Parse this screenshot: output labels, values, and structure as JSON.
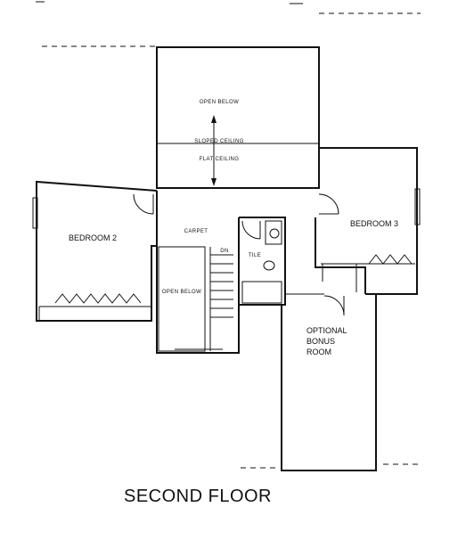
{
  "title": "SECOND FLOOR",
  "rooms": {
    "open_below_top": "OPEN BELOW",
    "sloped_ceiling": "SLOPED CEILING",
    "flat_ceiling": "FLAT CEILING",
    "bedroom_2": "BEDROOM 2",
    "bedroom_3": "BEDROOM 3",
    "carpet": "CARPET",
    "tile": "TILE",
    "dn": "DN",
    "open_below_stair": "OPEN BELOW",
    "bonus_line1": "OPTIONAL",
    "bonus_line2": "BONUS",
    "bonus_line3": "ROOM"
  }
}
